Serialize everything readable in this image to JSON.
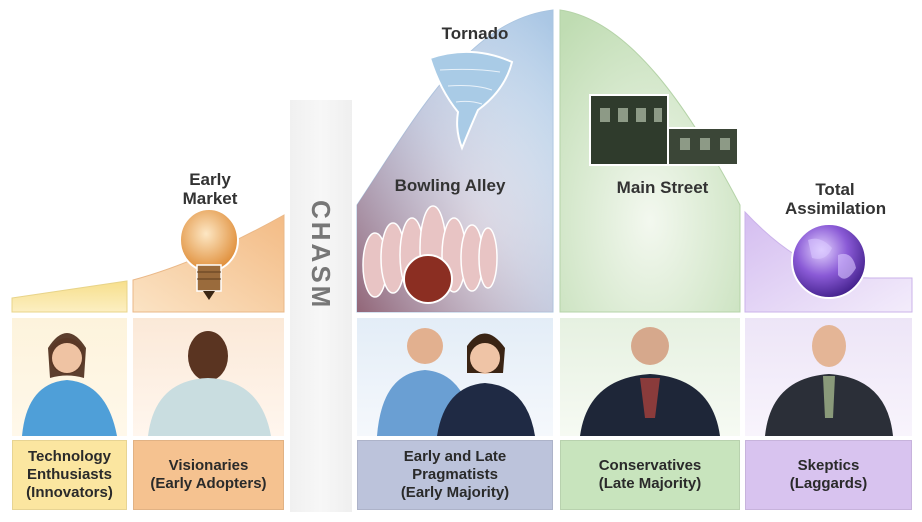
{
  "stages": {
    "early_market": "Early Market",
    "chasm": "CHASM",
    "tornado": "Tornado",
    "bowling_alley": "Bowling Alley",
    "main_street": "Main Street",
    "total_assimilation": "Total Assimilation"
  },
  "segments": [
    {
      "label_line1": "Technology",
      "label_line2": "Enthusiasts",
      "label_line3": "(Innovators)",
      "color": "#fbe6a0"
    },
    {
      "label_line1": "Visionaries",
      "label_line2": "(Early Adopters)",
      "color": "#f5c290"
    },
    {
      "label_line1": "Early and Late",
      "label_line2": "Pragmatists",
      "label_line3": "(Early Majority)",
      "color": "#bcc3db"
    },
    {
      "label_line1": "Conservatives",
      "label_line2": "(Late Majority)",
      "color": "#c8e4bd"
    },
    {
      "label_line1": "Skeptics",
      "label_line2": "(Laggards)",
      "color": "#d8c3ef"
    }
  ]
}
